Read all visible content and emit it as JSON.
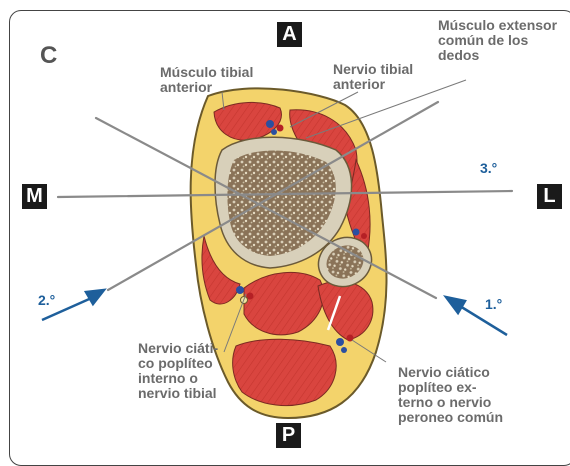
{
  "panel_letter": "C",
  "orientation": {
    "anterior": "A",
    "posterior": "P",
    "medial": "M",
    "lateral": "L"
  },
  "needle_labels": {
    "first": "1.°",
    "second": "2.°",
    "third": "3.°"
  },
  "labels": {
    "tibialis_anterior": [
      "Músculo tibial",
      "anterior"
    ],
    "deep_peroneal_nerve": [
      "Nervio tibial",
      "anterior"
    ],
    "extensor_digitorum": [
      "Músculo extensor",
      "común de los",
      "dedos"
    ],
    "tibial_nerve": [
      "Nervio ciáti-",
      "co poplíteo",
      "interno o",
      "nervio tibial"
    ],
    "common_peroneal_nerve": [
      "Nervio ciático",
      "poplíteo ex-",
      "terno o nervio",
      "peroneo común"
    ]
  },
  "colors": {
    "muscle": "#d9453f",
    "fat": "#f3d36b",
    "bone_cortex": "#d8d0ba",
    "bone_marrow": "#8a7358",
    "needle": "#8a8a8a",
    "arrow": "#1e5f9b",
    "nerve": "#2b4fa0",
    "artery": "#b52025"
  }
}
